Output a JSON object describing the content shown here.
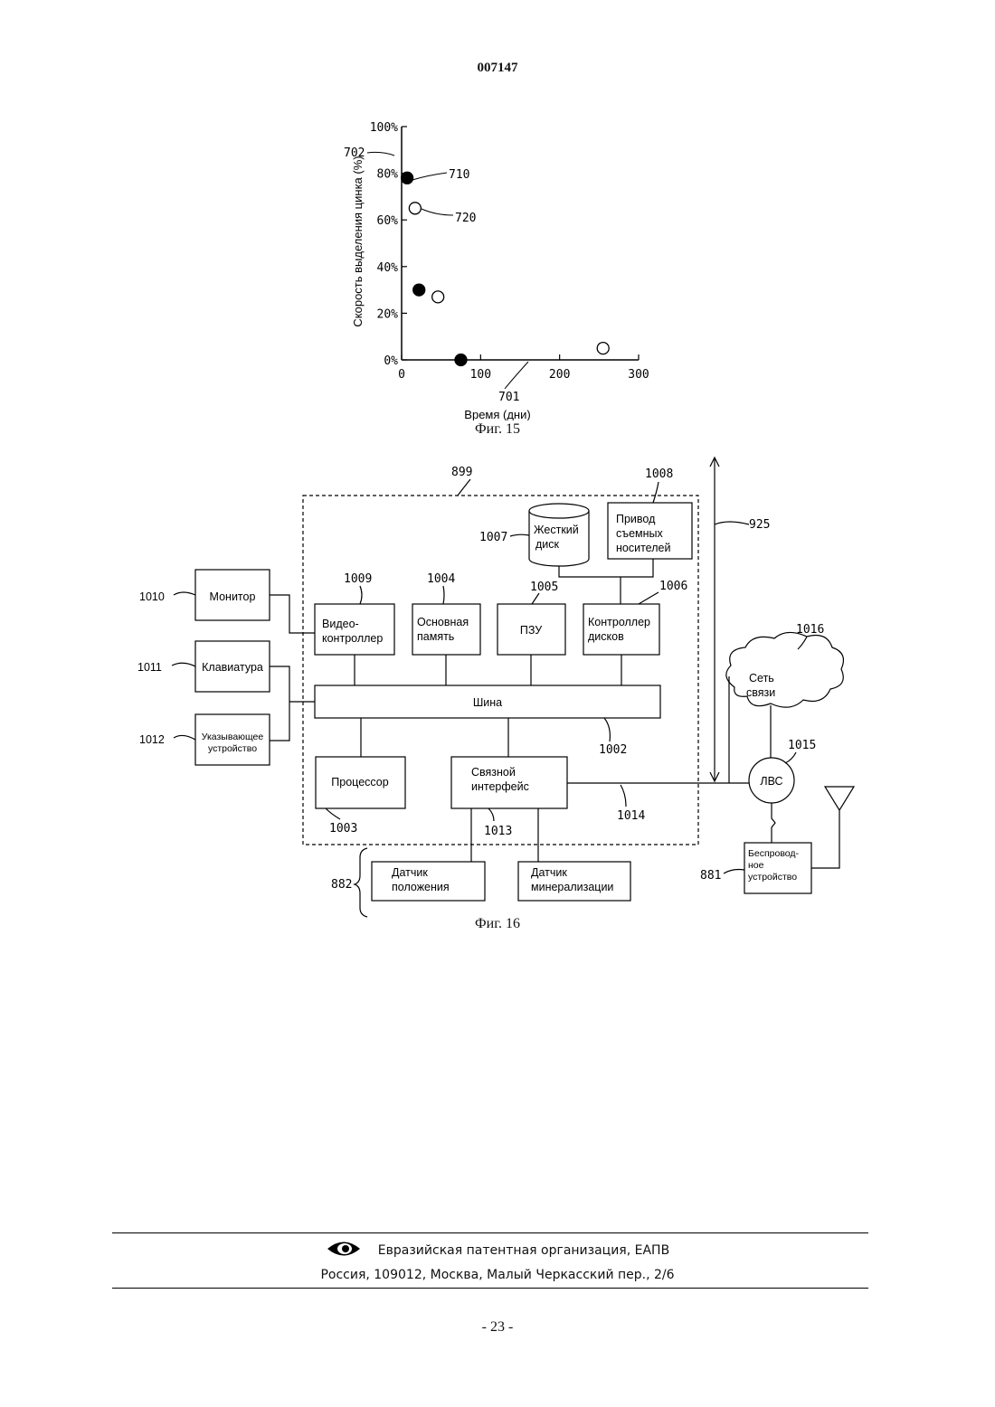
{
  "header": {
    "doc_number": "007147"
  },
  "fig15": {
    "caption": "Фиг. 15",
    "ref_y_axis": "702",
    "ref_x_axis": "701",
    "ref_series_filled": "710",
    "ref_series_open": "720"
  },
  "chart_data": {
    "type": "scatter",
    "xlabel": "Время (дни)",
    "ylabel": "Скорость выделения цинка (%)",
    "xlim": [
      0,
      300
    ],
    "ylim": [
      0,
      100
    ],
    "x_ticks": [
      "0",
      "100",
      "200",
      "300"
    ],
    "y_ticks": [
      "0%",
      "20%",
      "40%",
      "60%",
      "80%",
      "100%"
    ],
    "series": [
      {
        "marker": "filled",
        "points": [
          [
            7,
            78
          ],
          [
            22,
            30
          ],
          [
            75,
            0
          ]
        ]
      },
      {
        "marker": "open",
        "points": [
          [
            17,
            65
          ],
          [
            46,
            27
          ],
          [
            255,
            5
          ]
        ]
      }
    ]
  },
  "fig16": {
    "caption": "Фиг. 16",
    "refs": {
      "computer": "899",
      "hdd": "1007",
      "removable": "1008",
      "video": "1009",
      "memory": "1004",
      "rom": "1005",
      "disk_ctrl": "1006",
      "bus": "1002",
      "processor": "1003",
      "comm": "1013",
      "link": "1014",
      "lan": "1015",
      "network": "1016",
      "uplink": "925",
      "sensors": "882",
      "wireless": "881",
      "monitor": "1010",
      "keyboard": "1011",
      "pointer": "1012"
    },
    "labels": {
      "monitor": "Монитор",
      "keyboard": "Клавиатура",
      "pointer_1": "Указывающее",
      "pointer_2": "устройство",
      "video_1": "Видео-",
      "video_2": "контроллер",
      "memory_1": "Основная",
      "memory_2": "память",
      "rom": "ПЗУ",
      "disk_ctrl_1": "Контроллер",
      "disk_ctrl_2": "дисков",
      "hdd_1": "Жесткий",
      "hdd_2": "диск",
      "removable_1": "Привод",
      "removable_2": "съемных",
      "removable_3": "носителей",
      "bus": "Шина",
      "processor": "Процессор",
      "comm_1": "Связной",
      "comm_2": "интерфейс",
      "network_1": "Сеть",
      "network_2": "связи",
      "lan": "ЛВС",
      "wireless_1": "Беспровод-",
      "wireless_2": "ное",
      "wireless_3": "устройство",
      "pos_sensor_1": "Датчик",
      "pos_sensor_2": "положения",
      "min_sensor_1": "Датчик",
      "min_sensor_2": "минерализации"
    }
  },
  "footer": {
    "org": "Евразийская патентная организация, ЕАПВ",
    "address": "Россия, 109012, Москва, Малый Черкасский пер., 2/6",
    "page": "- 23 -"
  }
}
